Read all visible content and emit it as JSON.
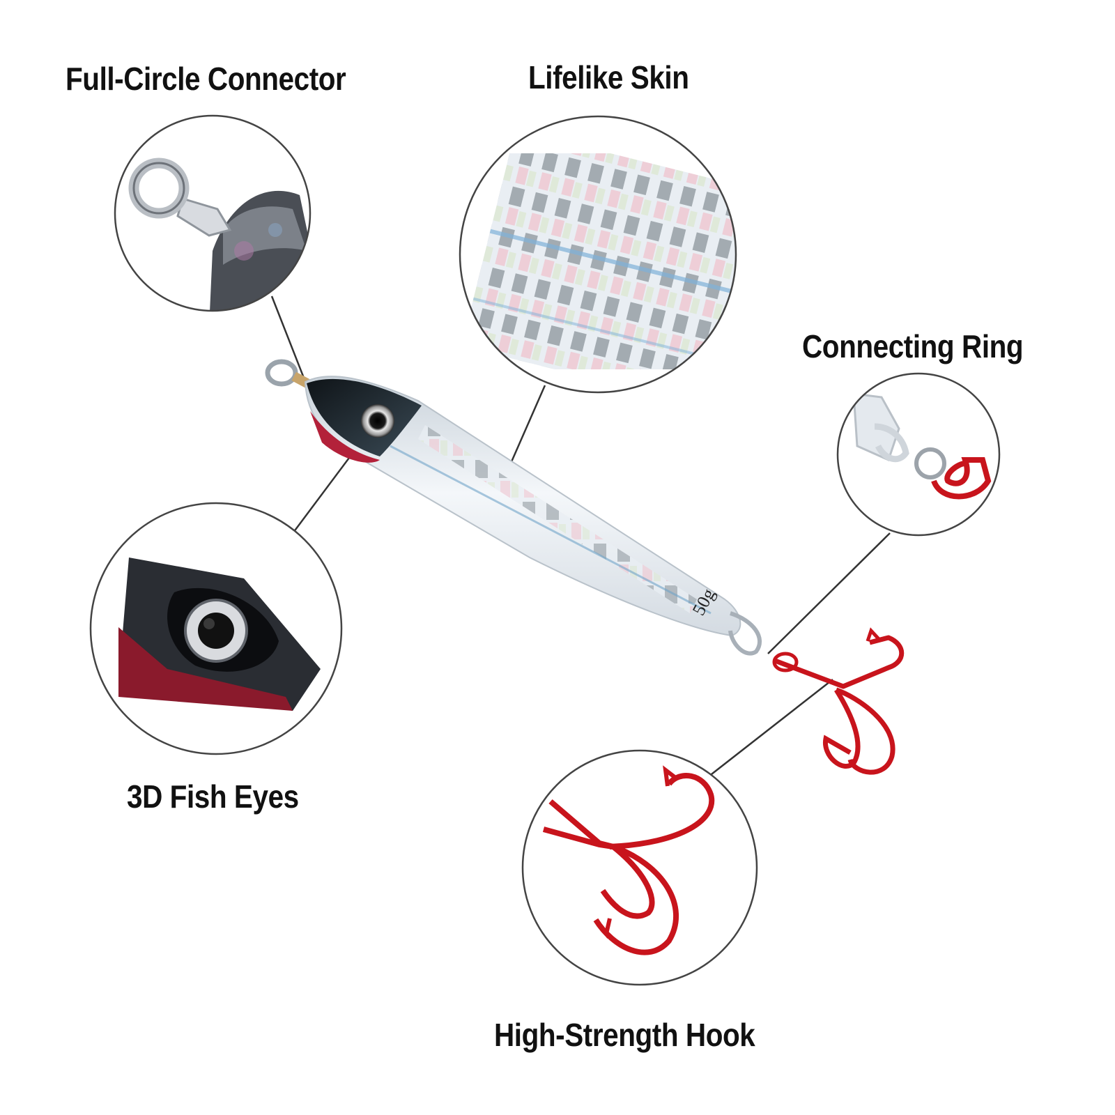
{
  "features": {
    "connector": "Full-Circle Connector",
    "skin": "Lifelike Skin",
    "ring": "Connecting Ring",
    "eyes": "3D Fish Eyes",
    "hook": "High-Strength Hook"
  },
  "lure": {
    "weight_label": "50g",
    "colors": {
      "body": "#e6ecf2",
      "back": "#1f2a33",
      "belly_accent": "#b3213a",
      "hook": "#c8141c",
      "callout_line": "#333333"
    }
  },
  "icons": [
    "fishing-jig-lure",
    "treble-hook",
    "split-ring",
    "fish-eye"
  ]
}
